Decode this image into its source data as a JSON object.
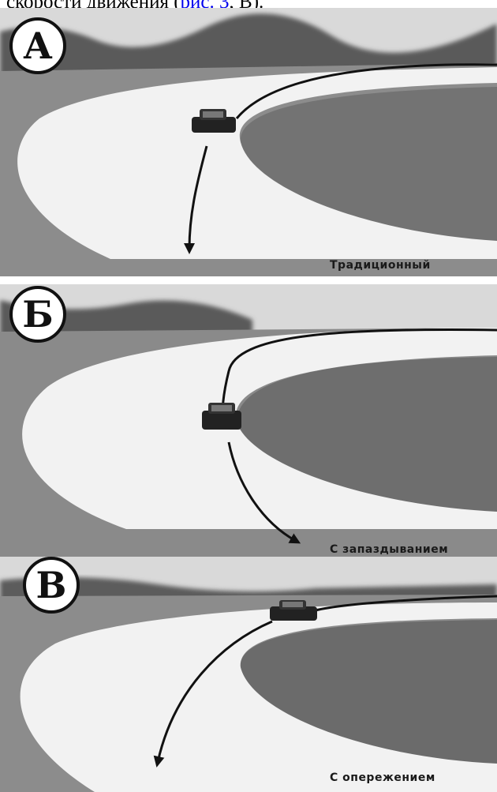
{
  "caption": {
    "before": "скорости движения (",
    "link": "рис. 3",
    "after": ", В)."
  },
  "panels": [
    {
      "letter": "А",
      "label": "Традиционный"
    },
    {
      "letter": "Б",
      "label": "С запаздыванием"
    },
    {
      "letter": "В",
      "label": "С опережением"
    }
  ]
}
